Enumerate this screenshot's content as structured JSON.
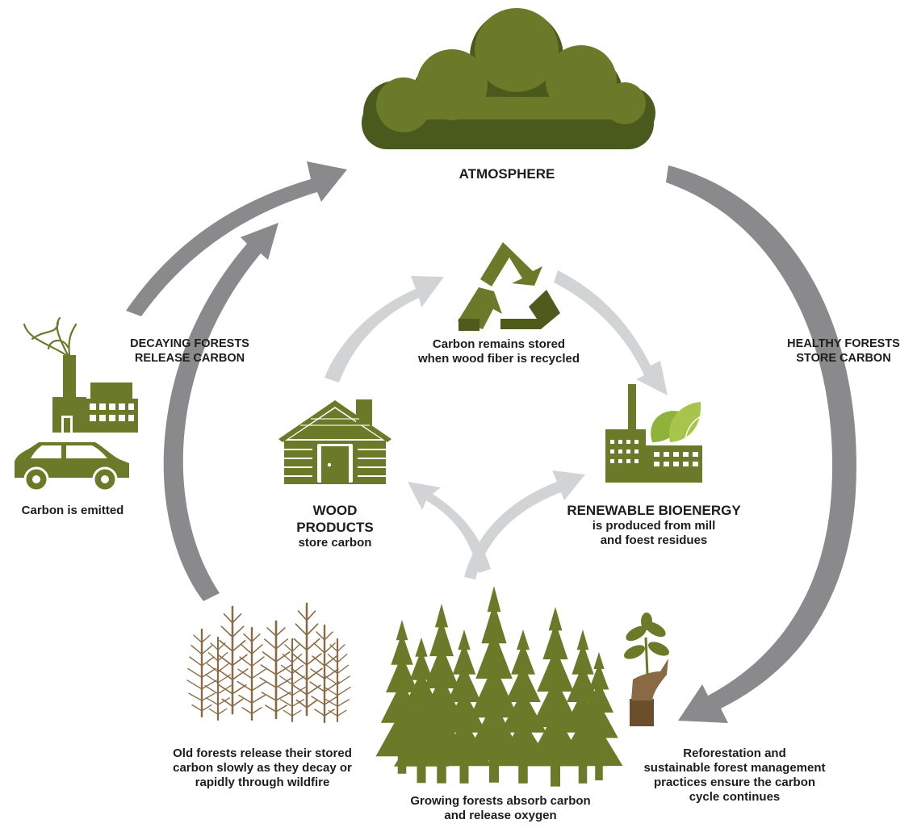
{
  "colors": {
    "green": "#6b7a28",
    "dark_green": "#4e5b1d",
    "big_arrow_gray": "#8a8a8c",
    "light_arrow_gray": "#d2d3d4",
    "brown": "#8a6a44",
    "pot_brown": "#6b4e2c"
  },
  "icons": [
    "cloud-icon",
    "recycle-icon",
    "log-cabin-icon",
    "bioenergy-factory-icon",
    "factory-icon",
    "car-icon",
    "dead-trees-icon",
    "forest-icon",
    "seedling-in-hand-icon"
  ],
  "atmosphere": {
    "title": "ATMOSPHERE"
  },
  "decaying": {
    "line1": "DECAYING FORESTS",
    "line2": "RELEASE CARBON"
  },
  "healthy": {
    "line1": "HEALTHY FORESTS",
    "line2": "STORE CARBON"
  },
  "emitted": {
    "text": "Carbon is emitted"
  },
  "recycled": {
    "line1": "Carbon remains stored",
    "line2": "when wood fiber is recycled"
  },
  "wood_products": {
    "line1": "WOOD",
    "line2": "PRODUCTS",
    "line3": "store carbon"
  },
  "bioenergy": {
    "title": "RENEWABLE BIOENERGY",
    "line1": "is produced from mill",
    "line2": "and foest residues"
  },
  "old_forests": {
    "line1": "Old forests release their stored",
    "line2": "carbon slowly as they decay or",
    "line3": "rapidly through wildfire"
  },
  "growing": {
    "line1": "Growing forests absorb carbon",
    "line2": "and release oxygen"
  },
  "reforestation": {
    "line1": "Reforestation and",
    "line2": "sustainable forest management",
    "line3": "practices ensure the carbon",
    "line4": "cycle continues"
  }
}
